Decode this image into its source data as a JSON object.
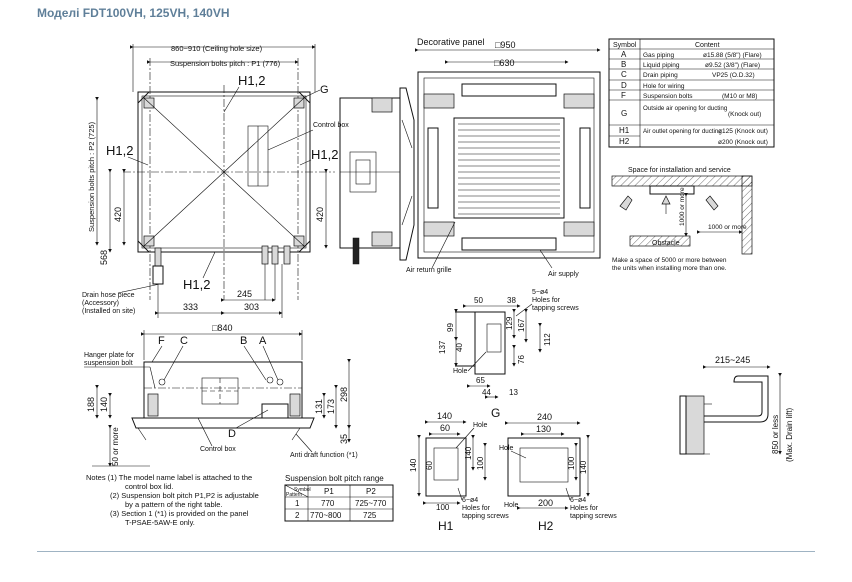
{
  "title": "Моделі  FDT100VH, 125VH, 140VH",
  "top_view": {
    "ceiling_hole": "860~910 (Ceiling hole size)",
    "bolts_p1": "Suspension bolts pitch : P1 (776)",
    "bolts_p2": "Suspension bolts pitch : P2 (725)",
    "h12_top": "H1,2",
    "h12_left": "H1,2",
    "h12_right": "H1,2",
    "h12_bottom": "H1,2",
    "g": "G",
    "control_box": "Control box",
    "dim_420_left": "420",
    "dim_568": "568",
    "dim_420_right": "420",
    "dim_245": "245",
    "dim_333": "333",
    "dim_303": "303",
    "drain_hose_1": "Drain hose piece",
    "drain_hose_2": "(Accessory)",
    "drain_hose_3": "(Installed on site)"
  },
  "panel_view": {
    "decorative_panel": "Decorative panel",
    "dim_950": "□950",
    "dim_630": "□630",
    "air_return": "Air return grille",
    "air_supply": "Air supply"
  },
  "symbol_table": {
    "header_symbol": "Symbol",
    "header_content": "Content",
    "rows": [
      {
        "symbol": "A",
        "content": "Gas piping",
        "value": "ø15.88 (5/8\") (Flare)"
      },
      {
        "symbol": "B",
        "content": "Liquid piping",
        "value": "ø9.52 (3/8\") (Flare)"
      },
      {
        "symbol": "C",
        "content": "Drain piping",
        "value": "VP25 (O.D.32)"
      },
      {
        "symbol": "D",
        "content": "Hole for wiring",
        "value": ""
      },
      {
        "symbol": "F",
        "content": "Suspension bolts",
        "value": "(M10 or M8)"
      },
      {
        "symbol": "G",
        "content": "Outside air opening for ducting",
        "value": "(Knock out)"
      },
      {
        "symbol": "H1",
        "content": "Air outlet opening for ducting",
        "value": "ø125 (Knock out)"
      },
      {
        "symbol": "H2",
        "content": "",
        "value": "ø200 (Knock out)"
      }
    ]
  },
  "service_space": {
    "title": "Space for installation and service",
    "dim_1000_a": "1000 or more",
    "dim_1000_b": "1000 or more",
    "obstacle": "Obstacle",
    "note_1": "Make a space of 5000 or more between",
    "note_2": "the units when installing more than one."
  },
  "side_view": {
    "dim_840": "□840",
    "hanger_1": "Hanger plate for",
    "hanger_2": "suspension bolt",
    "f": "F",
    "c": "C",
    "b": "B",
    "a": "A",
    "d": "D",
    "dim_188": "188",
    "dim_140": "140",
    "dim_131": "131",
    "dim_173": "173",
    "dim_298": "298",
    "dim_35": "35",
    "dim_50": "50 or more",
    "control_box": "Control box",
    "anti_draft": "Anti draft function (*1)"
  },
  "g_detail": {
    "dim_50": "50",
    "dim_38": "38",
    "holes": "5−ø4",
    "holes_for_1": "Holes for",
    "holes_for_2": "tapping screws",
    "dim_99": "99",
    "dim_137": "137",
    "dim_40": "40",
    "dim_129": "129",
    "dim_167": "167",
    "dim_112": "112",
    "dim_76": "76",
    "hole": "Hole",
    "dim_65": "65",
    "dim_44": "44",
    "dim_13": "13",
    "label": "G"
  },
  "h1_detail": {
    "dim_140_top": "140",
    "dim_60": "60",
    "hole": "Hole",
    "dim_140_left": "140",
    "dim_60_v": "60",
    "dim_140_r": "140",
    "dim_100_v": "100",
    "dim_100_h": "100",
    "holes": "6−ø4",
    "holes_for_1": "Holes for",
    "holes_for_2": "tapping screws",
    "label": "H1"
  },
  "h2_detail": {
    "dim_240": "240",
    "dim_130": "130",
    "hole": "Hole",
    "dim_140": "140",
    "dim_100": "100",
    "dim_200": "200",
    "holes": "6−ø4",
    "holes_for_1": "Holes for",
    "holes_for_2": "tapping screws",
    "label": "H2"
  },
  "drain_lift": {
    "dim_215": "215~245",
    "dim_850_1": "850 or less",
    "dim_850_2": "(Max. Drain lift)"
  },
  "notes": {
    "n1a": "Notes  (1) The model name label is attached to the",
    "n1b": "control box lid.",
    "n2a": "(2) Suspension bolt pitch P1,P2 is adjustable",
    "n2b": "by a pattern of the right table.",
    "n3a": "(3) Section 1 (*1) is provided on the panel",
    "n3b": "T-PSAE-5AW-E only."
  },
  "pitch_table": {
    "title": "Suspension bolt pitch range",
    "symbol": "Symbol",
    "pattern": "Pattern",
    "p1": "P1",
    "p2": "P2",
    "rows": [
      {
        "pattern": "1",
        "p1": "770",
        "p2": "725~770"
      },
      {
        "pattern": "2",
        "p1": "770~800",
        "p2": "725"
      }
    ]
  }
}
